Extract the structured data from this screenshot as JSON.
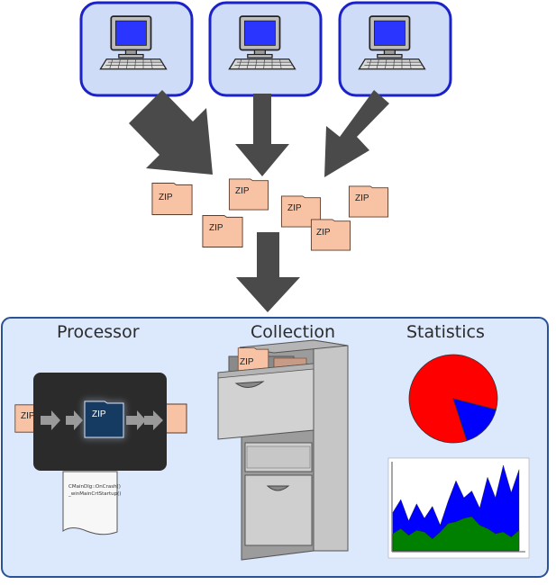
{
  "file_label": "ZIP",
  "sections": {
    "processor": "Processor",
    "collection": "Collection",
    "statistics": "Statistics"
  },
  "stack_trace": [
    "CMainDlg::OnCrash()",
    "_winMainCrtStartup()"
  ],
  "colors": {
    "panel_bg": "#dce8fb",
    "panel_border": "#2a5296",
    "computer_box": "#cfdcf7",
    "computer_border": "#1a22c8",
    "screen": "#2a35ff",
    "arrow": "#4a4a4a",
    "zip_fill": "#f8c3a5",
    "processor_bg": "#2b2b2b",
    "pie_main": "#ff0000",
    "pie_slice": "#0000ff",
    "area_top": "#0000ff",
    "area_bottom": "#008000"
  },
  "pie_chart": {
    "type": "pie",
    "slices": [
      {
        "color": "pie_main",
        "fraction": 0.84
      },
      {
        "color": "pie_slice",
        "fraction": 0.16
      }
    ]
  },
  "area_chart": {
    "type": "area",
    "top_series": [
      0.45,
      0.6,
      0.35,
      0.55,
      0.38,
      0.52,
      0.3,
      0.58,
      0.82,
      0.62,
      0.7,
      0.5,
      0.86,
      0.62,
      1.0,
      0.68,
      0.95
    ],
    "bottom_series": [
      0.2,
      0.26,
      0.18,
      0.24,
      0.22,
      0.14,
      0.22,
      0.32,
      0.34,
      0.38,
      0.4,
      0.3,
      0.26,
      0.2,
      0.22,
      0.16,
      0.24
    ]
  }
}
